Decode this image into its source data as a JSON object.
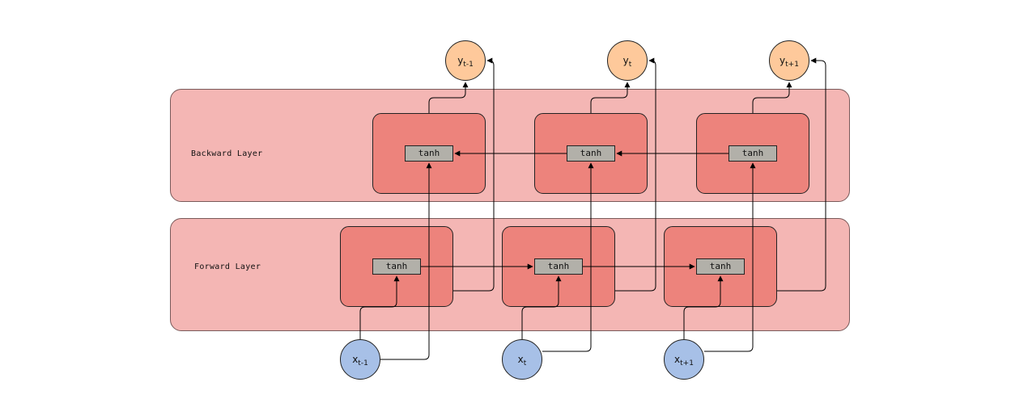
{
  "layers": {
    "backward": {
      "label": "Backward Layer"
    },
    "forward": {
      "label": "Forward Layer"
    }
  },
  "cell_label": "tanh",
  "outputs": [
    {
      "base": "y",
      "sub": "t-1"
    },
    {
      "base": "y",
      "sub": "t"
    },
    {
      "base": "y",
      "sub": "t+1"
    }
  ],
  "inputs": [
    {
      "base": "x",
      "sub": "t-1"
    },
    {
      "base": "x",
      "sub": "t"
    },
    {
      "base": "x",
      "sub": "t+1"
    }
  ],
  "colors": {
    "layer_bg": "#f4b6b4",
    "cell_bg": "#ed837c",
    "tanh_bg": "#b2b0a9",
    "output_node": "#fec99b",
    "input_node": "#a7c0e7"
  }
}
